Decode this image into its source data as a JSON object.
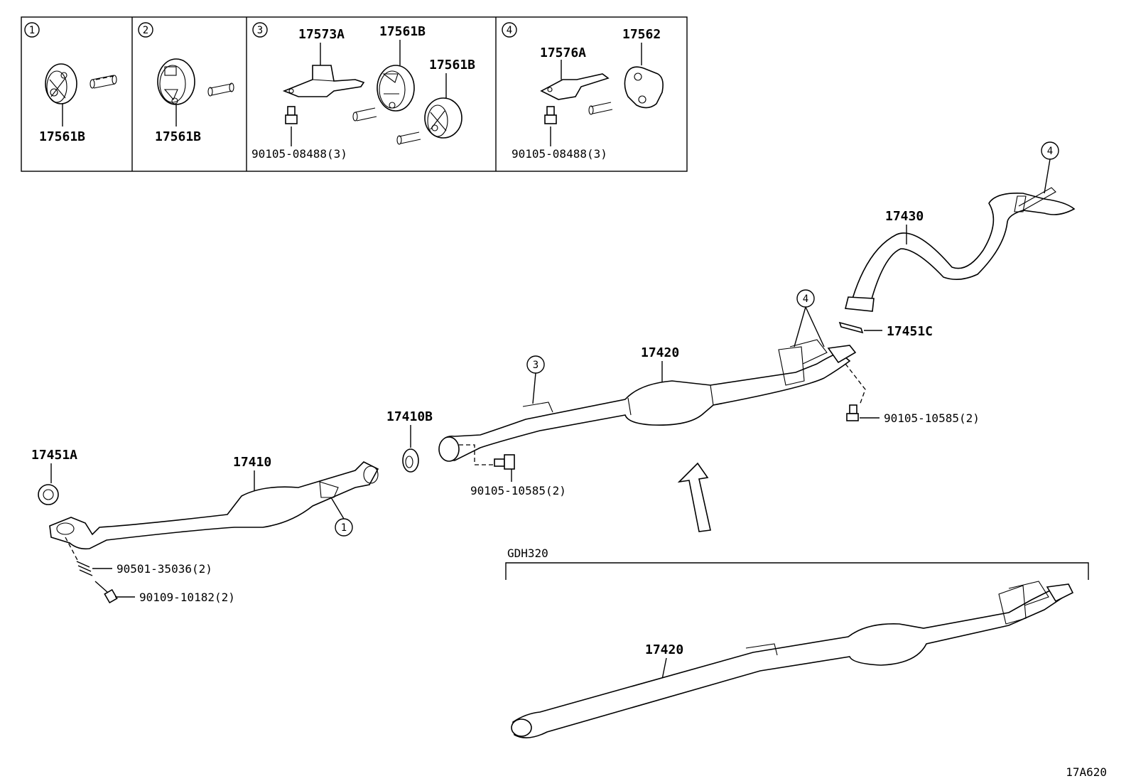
{
  "insets": [
    {
      "circle": "1",
      "labels": [
        "17561B"
      ]
    },
    {
      "circle": "2",
      "labels": [
        "17561B"
      ]
    },
    {
      "circle": "3",
      "labels": [
        "17573A",
        "17561B",
        "17561B",
        "90105-08488(3)"
      ]
    },
    {
      "circle": "4",
      "labels": [
        "17576A",
        "17562",
        "90105-08488(3)"
      ]
    }
  ],
  "parts": {
    "p17430": "17430",
    "p17451C": "17451C",
    "p17420": "17420",
    "p90105_right": "90105-10585(2)",
    "p17410B": "17410B",
    "p90105_mid": "90105-10585(2)",
    "p17451A": "17451A",
    "p17410": "17410",
    "p90501": "90501-35036(2)",
    "p90109": "90109-10182(2)",
    "p17420_alt": "17420"
  },
  "callouts": {
    "c4_top": "4",
    "c4_mid": "4",
    "c3": "3",
    "c1": "1"
  },
  "variant_label": "GDH320",
  "diagram_code": "17A620"
}
